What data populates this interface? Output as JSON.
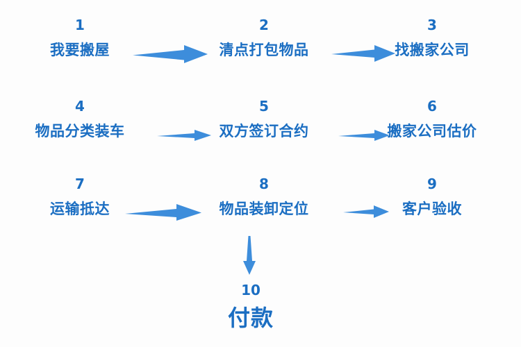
{
  "diagram": {
    "title_text": "",
    "accent_color": "#1b6ec2",
    "arrow_color": "#3d8ddb",
    "background_color": "#fdfdfd",
    "steps": [
      {
        "number": "1",
        "label": "我要搬屋"
      },
      {
        "number": "2",
        "label": "清点打包物品"
      },
      {
        "number": "3",
        "label": "找搬家公司"
      },
      {
        "number": "4",
        "label": "物品分类装车"
      },
      {
        "number": "5",
        "label": "双方签订合约"
      },
      {
        "number": "6",
        "label": "搬家公司估价"
      },
      {
        "number": "7",
        "label": "运输抵达"
      },
      {
        "number": "8",
        "label": "物品装卸定位"
      },
      {
        "number": "9",
        "label": "客户验收"
      },
      {
        "number": "10",
        "label": "付款"
      }
    ],
    "connectors": [
      {
        "name": "arrow-1-to-2",
        "direction": "right"
      },
      {
        "name": "arrow-2-to-3",
        "direction": "right"
      },
      {
        "name": "arrow-4-to-5",
        "direction": "right"
      },
      {
        "name": "arrow-5-to-6",
        "direction": "right"
      },
      {
        "name": "arrow-7-to-8",
        "direction": "right"
      },
      {
        "name": "arrow-8-to-9",
        "direction": "right"
      },
      {
        "name": "arrow-8-to-10",
        "direction": "down"
      }
    ]
  }
}
